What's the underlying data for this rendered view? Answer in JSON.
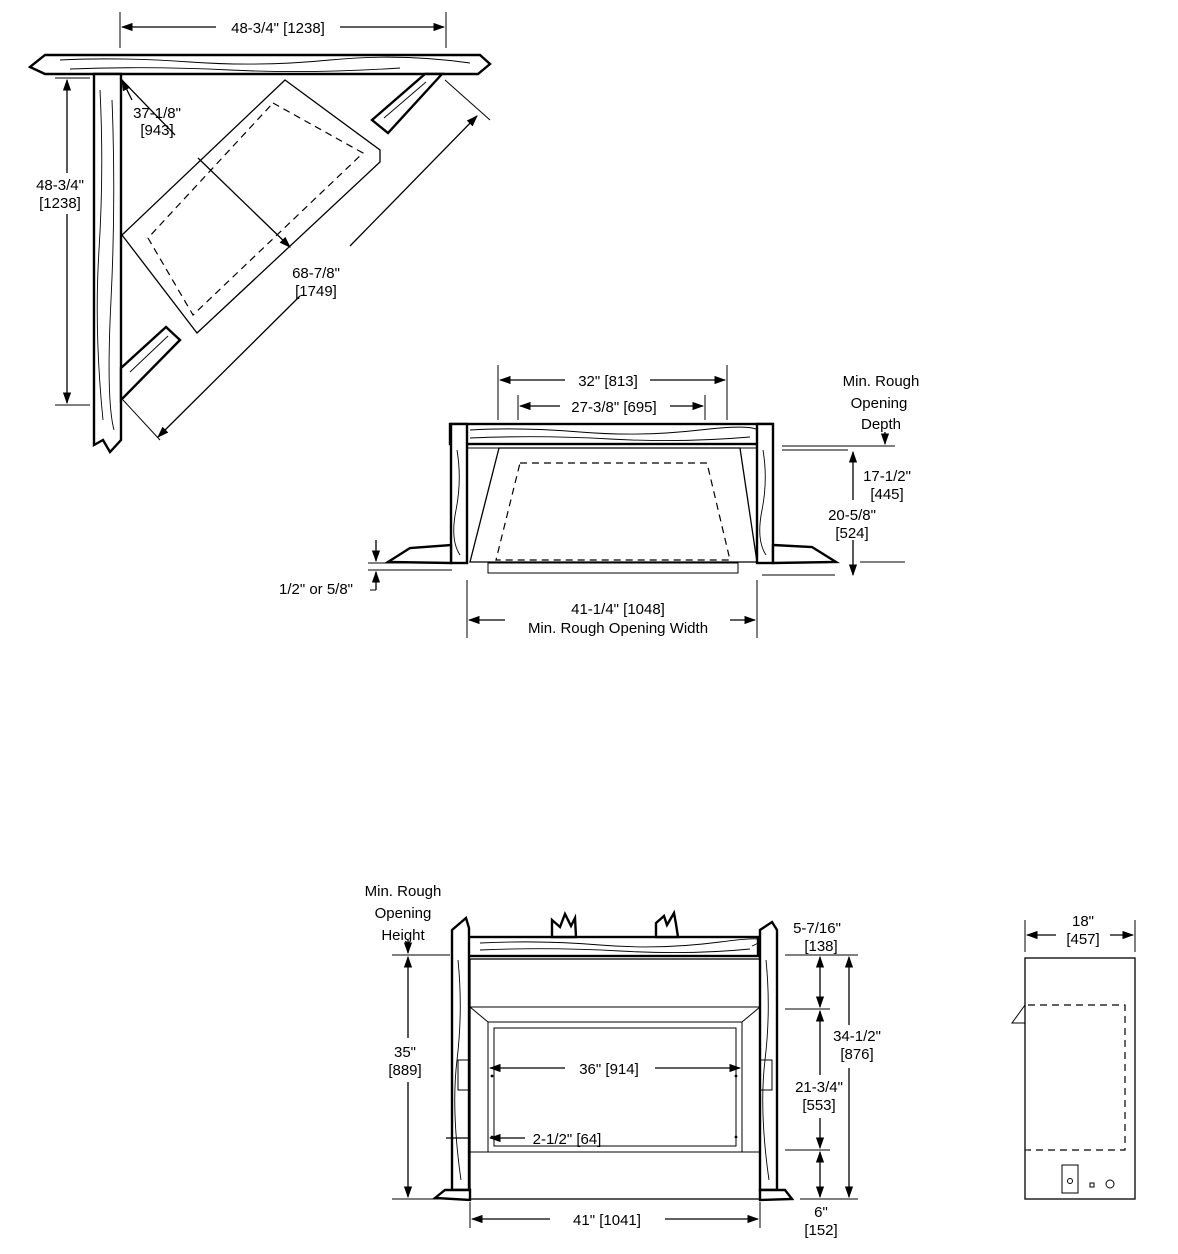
{
  "corner_view": {
    "top_width": "48-3/4\" [1238]",
    "side_depth_in": "48-3/4\"",
    "side_depth_mm": "[1238]",
    "diag_in": "37-1/8\"",
    "diag_mm": "[943]",
    "long_diag_in": "68-7/8\"",
    "long_diag_mm": "[1749]"
  },
  "plan_view": {
    "outer_width": "32\" [813]",
    "inner_width": "27-3/8\" [695]",
    "depth_label": [
      "Min. Rough",
      "Opening",
      "Depth"
    ],
    "depth_in": "17-1/2\"",
    "depth_mm": "[445]",
    "total_depth_in": "20-5/8\"",
    "total_depth_mm": "[524]",
    "offset": "1/2\" or 5/8\"",
    "width_dim": "41-1/4\" [1048]",
    "width_label": "Min. Rough Opening Width"
  },
  "front_view": {
    "height_label": [
      "Min. Rough",
      "Opening",
      "Height"
    ],
    "height_in": "35\"",
    "height_mm": "[889]",
    "top_in": "5-7/16\"",
    "top_mm": "[138]",
    "total_in": "34-1/2\"",
    "total_mm": "[876]",
    "mid_in": "21-3/4\"",
    "mid_mm": "[553]",
    "bottom_in": "6\"",
    "bottom_mm": "[152]",
    "opening_width": "36\" [914]",
    "side_offset": "2-1/2\" [64]",
    "overall_width": "41\" [1041]"
  },
  "side_view": {
    "depth_in": "18\"",
    "depth_mm": "[457]"
  }
}
